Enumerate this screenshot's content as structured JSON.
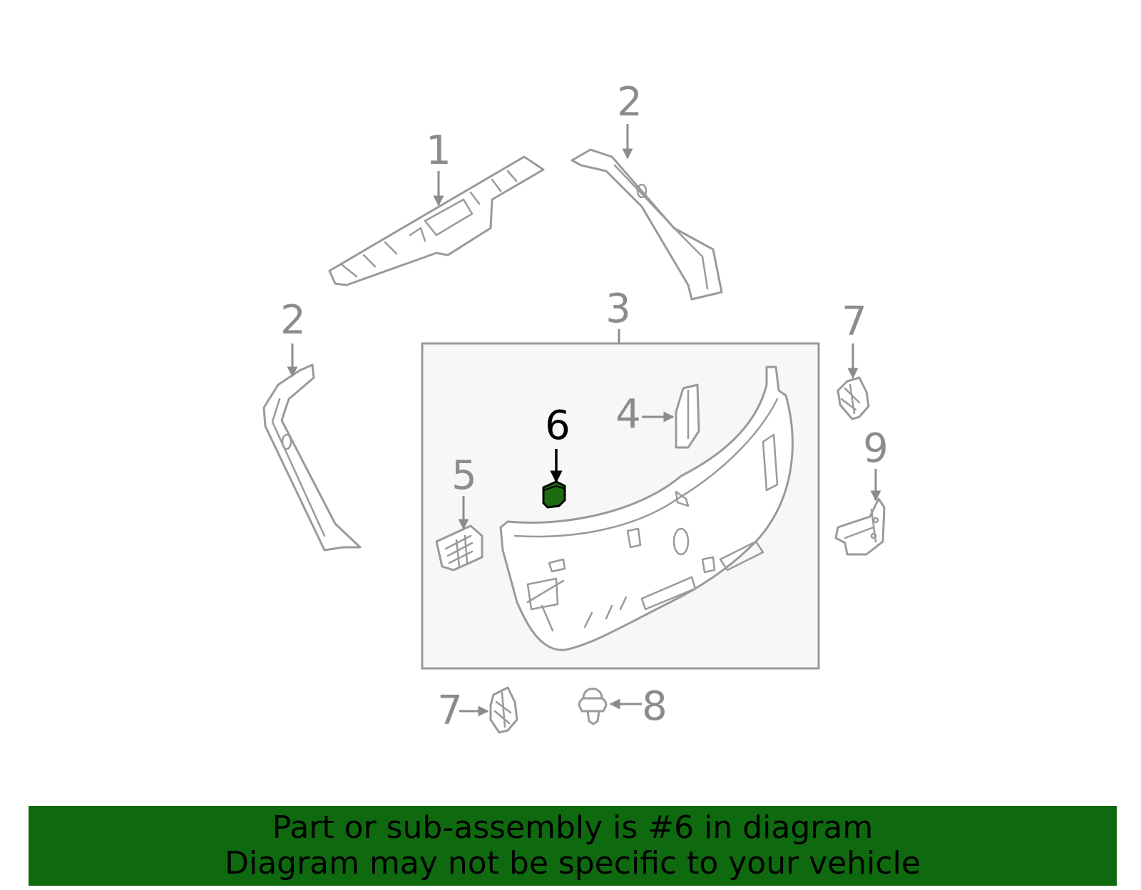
{
  "diagram": {
    "highlight_color": "#1f6b12",
    "callouts": [
      "1",
      "2",
      "2",
      "3",
      "4",
      "5",
      "6",
      "7",
      "7",
      "8",
      "9"
    ],
    "highlighted_callout": "6"
  },
  "banner": {
    "line1": "Part or sub-assembly is #6 in diagram",
    "line2": "Diagram may not be specific to your vehicle",
    "background_color": "#0f6a0f"
  }
}
